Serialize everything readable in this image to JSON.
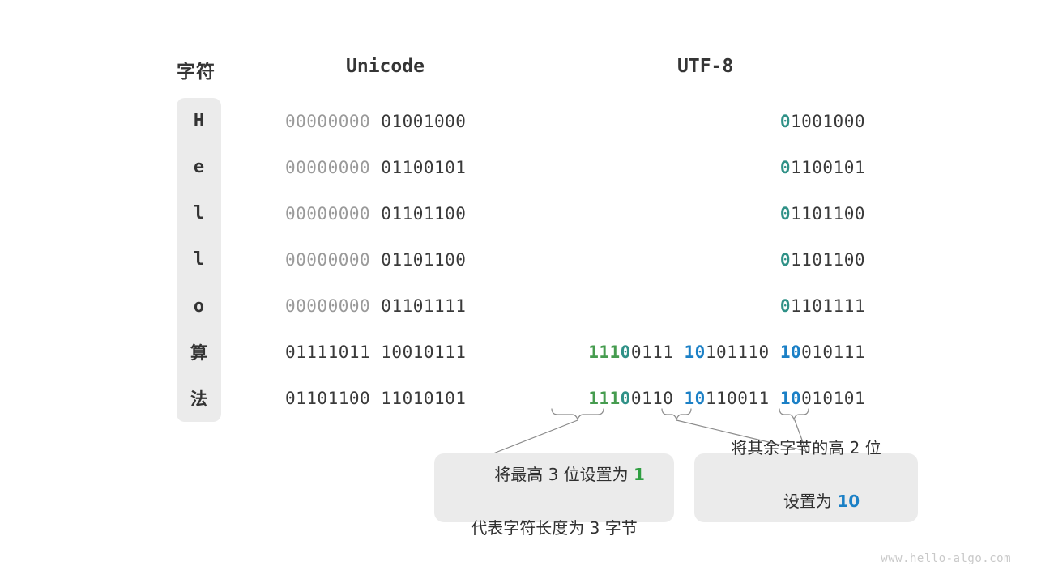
{
  "headers": {
    "character": "字符",
    "unicode": "Unicode",
    "utf8": "UTF-8"
  },
  "rows": [
    {
      "char": "H",
      "char_kind": "latin",
      "unicode_dim": "00000000 ",
      "unicode_dark": "01001000",
      "utf8_parts": [
        {
          "text": "0",
          "color": "teal"
        },
        {
          "text": "1001000",
          "color": "dark"
        }
      ]
    },
    {
      "char": "e",
      "char_kind": "latin",
      "unicode_dim": "00000000 ",
      "unicode_dark": "01100101",
      "utf8_parts": [
        {
          "text": "0",
          "color": "teal"
        },
        {
          "text": "1100101",
          "color": "dark"
        }
      ]
    },
    {
      "char": "l",
      "char_kind": "latin",
      "unicode_dim": "00000000 ",
      "unicode_dark": "01101100",
      "utf8_parts": [
        {
          "text": "0",
          "color": "teal"
        },
        {
          "text": "1101100",
          "color": "dark"
        }
      ]
    },
    {
      "char": "l",
      "char_kind": "latin",
      "unicode_dim": "00000000 ",
      "unicode_dark": "01101100",
      "utf8_parts": [
        {
          "text": "0",
          "color": "teal"
        },
        {
          "text": "1101100",
          "color": "dark"
        }
      ]
    },
    {
      "char": "o",
      "char_kind": "latin",
      "unicode_dim": "00000000 ",
      "unicode_dark": "01101111",
      "utf8_parts": [
        {
          "text": "0",
          "color": "teal"
        },
        {
          "text": "1101111",
          "color": "dark"
        }
      ]
    },
    {
      "char": "算",
      "char_kind": "cjk",
      "unicode_dim": "",
      "unicode_dark": "01111011 10010111",
      "utf8_parts": [
        {
          "text": "111",
          "color": "green"
        },
        {
          "text": "0",
          "color": "teal"
        },
        {
          "text": "0111 ",
          "color": "dark"
        },
        {
          "text": "10",
          "color": "blue"
        },
        {
          "text": "101110 ",
          "color": "dark"
        },
        {
          "text": "10",
          "color": "blue"
        },
        {
          "text": "010111",
          "color": "dark"
        }
      ]
    },
    {
      "char": "法",
      "char_kind": "cjk",
      "unicode_dim": "",
      "unicode_dark": "01101100 11010101",
      "utf8_parts": [
        {
          "text": "111",
          "color": "green"
        },
        {
          "text": "0",
          "color": "teal"
        },
        {
          "text": "0110 ",
          "color": "dark"
        },
        {
          "text": "10",
          "color": "blue"
        },
        {
          "text": "110011 ",
          "color": "dark"
        },
        {
          "text": "10",
          "color": "blue"
        },
        {
          "text": "010101",
          "color": "dark"
        }
      ]
    }
  ],
  "callouts": [
    {
      "line1_pre": "将最高 3 位设置为 ",
      "line1_hl": "1",
      "line1_hl_color": "green",
      "line2": "代表字符长度为 3 字节"
    },
    {
      "line1_pre": "将其余字节的高 2 位",
      "line1_hl": "",
      "line1_hl_color": "blue",
      "line2_pre": "设置为 ",
      "line2_hl": "10"
    }
  ],
  "watermark": "www.hello-algo.com",
  "colors": {
    "teal": "#2f9187",
    "green": "#469c4f",
    "blue": "#1b80c6",
    "dim": "#9a9a9a",
    "dark": "#3a3a3a",
    "pill_bg": "#ebebeb",
    "callout_bg": "#ebebeb",
    "watermark": "#c9c9c9"
  }
}
